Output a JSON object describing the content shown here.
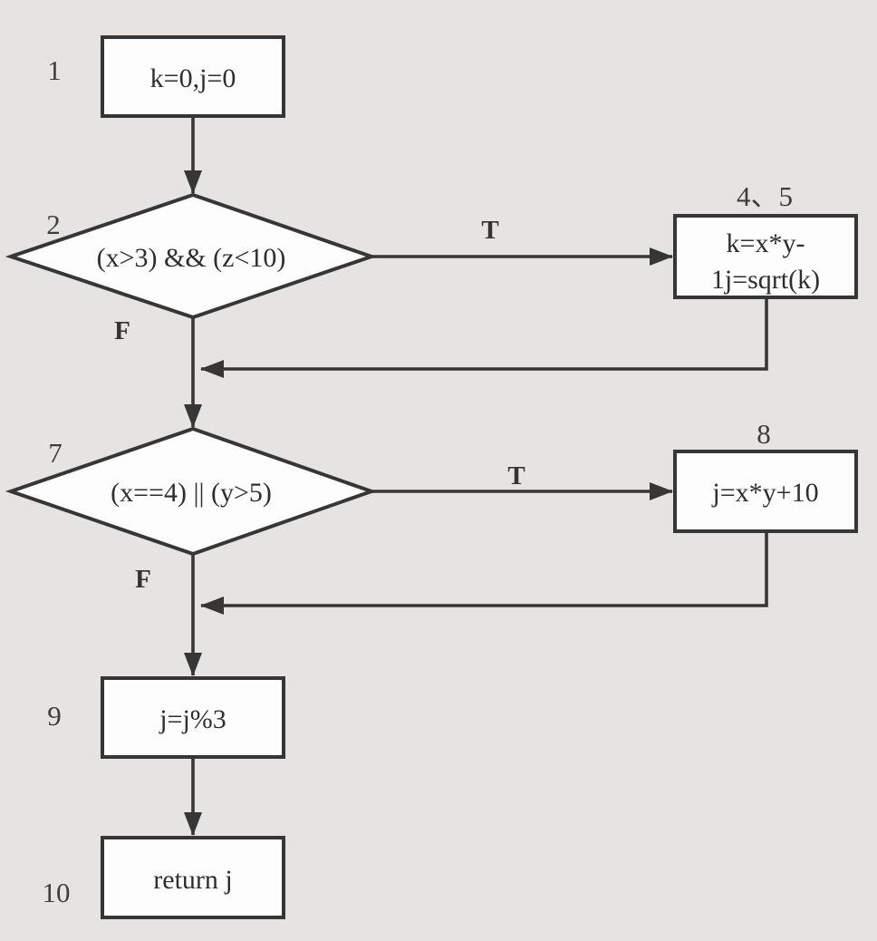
{
  "diagram_type": "flowchart",
  "colors": {
    "background": "#e5e4e2",
    "node_fill": "#fdfdfd",
    "line_stroke": "#363636",
    "text": "#2e2e2e"
  },
  "nodes": [
    {
      "id": "init",
      "kind": "process",
      "step": "1",
      "text": "k=0,j=0"
    },
    {
      "id": "decision-1",
      "kind": "decision",
      "step": "2",
      "text": "(x>3) && (z<10)"
    },
    {
      "id": "assign-k",
      "kind": "process",
      "step": "4、5",
      "line1": "k=x*y-",
      "line2": "1j=sqrt(k)"
    },
    {
      "id": "decision-2",
      "kind": "decision",
      "step": "7",
      "text": "(x==4) || (y>5)"
    },
    {
      "id": "assign-j",
      "kind": "process",
      "step": "8",
      "text": "j=x*y+10"
    },
    {
      "id": "mod",
      "kind": "process",
      "step": "9",
      "text": "j=j%3"
    },
    {
      "id": "return",
      "kind": "process",
      "step": "10",
      "text": "return j"
    }
  ],
  "branch_labels": [
    {
      "id": "true-1",
      "label": "T"
    },
    {
      "id": "false-1",
      "label": "F"
    },
    {
      "id": "true-2",
      "label": "T"
    },
    {
      "id": "false-2",
      "label": "F"
    }
  ]
}
